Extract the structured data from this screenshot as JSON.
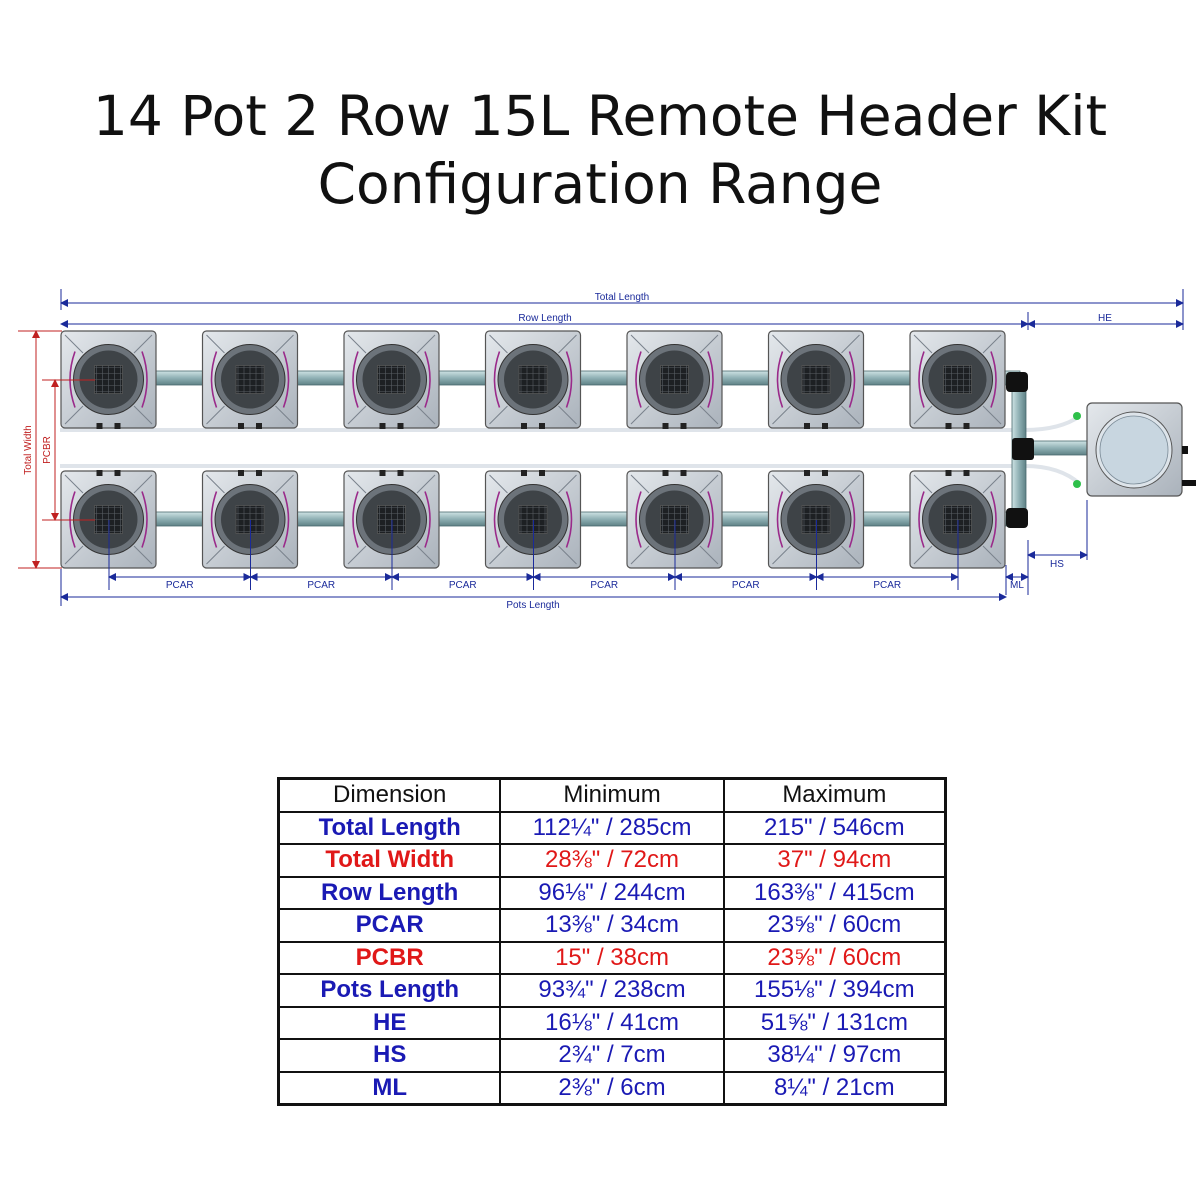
{
  "title": {
    "line1": "14 Pot 2 Row 15L Remote Header Kit",
    "line2": "Configuration Range"
  },
  "diagram": {
    "labels": {
      "total_length": "Total Length",
      "row_length": "Row Length",
      "he": "HE",
      "total_width": "Total Width",
      "pcbr": "PCBR",
      "pcar": "PCAR",
      "ml": "ML",
      "hs": "HS",
      "pots_length": "Pots Length"
    },
    "pots_per_row": 7,
    "rows": 2,
    "colors": {
      "dimension_blue": "#1a2a9a",
      "dimension_red": "#c02020",
      "pot_body": "#c9cfd6",
      "pipe": "#8fb0b4",
      "siphon": "#9a2a8a"
    }
  },
  "table": {
    "headers": [
      "Dimension",
      "Minimum",
      "Maximum"
    ],
    "rows": [
      {
        "name": "Total Length",
        "min": "112¼\" / 285cm",
        "max": "215\" / 546cm",
        "color": "#1a1ab4"
      },
      {
        "name": "Total Width",
        "min": "28⅜\" / 72cm",
        "max": "37\" / 94cm",
        "color": "#e01818"
      },
      {
        "name": "Row Length",
        "min": "96⅛\" / 244cm",
        "max": "163⅜\" / 415cm",
        "color": "#1a1ab4"
      },
      {
        "name": "PCAR",
        "min": "13⅜\" / 34cm",
        "max": "23⅝\" / 60cm",
        "color": "#1a1ab4"
      },
      {
        "name": "PCBR",
        "min": "15\" / 38cm",
        "max": "23⅝\" / 60cm",
        "color": "#e01818"
      },
      {
        "name": "Pots Length",
        "min": "93¾\" / 238cm",
        "max": "155⅛\" / 394cm",
        "color": "#1a1ab4"
      },
      {
        "name": "HE",
        "min": "16⅛\" / 41cm",
        "max": "51⅝\" / 131cm",
        "color": "#1a1ab4"
      },
      {
        "name": "HS",
        "min": "2¾\" / 7cm",
        "max": "38¼\" / 97cm",
        "color": "#1a1ab4"
      },
      {
        "name": "ML",
        "min": "2⅜\" / 6cm",
        "max": "8¼\" / 21cm",
        "color": "#1a1ab4"
      }
    ]
  }
}
